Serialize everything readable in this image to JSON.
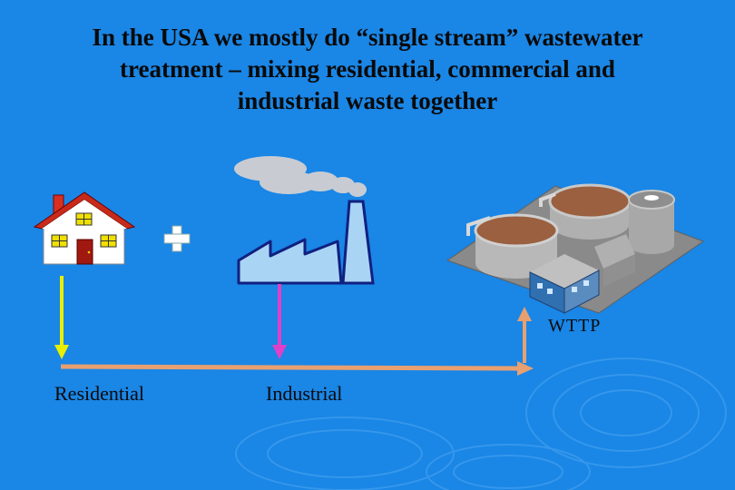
{
  "slide": {
    "title_lines": [
      "In the USA we mostly do “single stream” wastewater",
      "treatment – mixing residential, commercial and",
      "industrial waste together"
    ]
  },
  "labels": {
    "wttp": "WTTP",
    "residential": "Residential",
    "industrial": "Industrial"
  },
  "icons": {
    "house": "house-icon",
    "plus": "plus-icon",
    "factory": "factory-icon",
    "plant": "treatment-plant-icon"
  },
  "colors": {
    "background": "#1a86e6",
    "residential_arrow": "#e8f000",
    "industrial_arrow": "#e040c8",
    "main_pipe": "#e8a070"
  }
}
